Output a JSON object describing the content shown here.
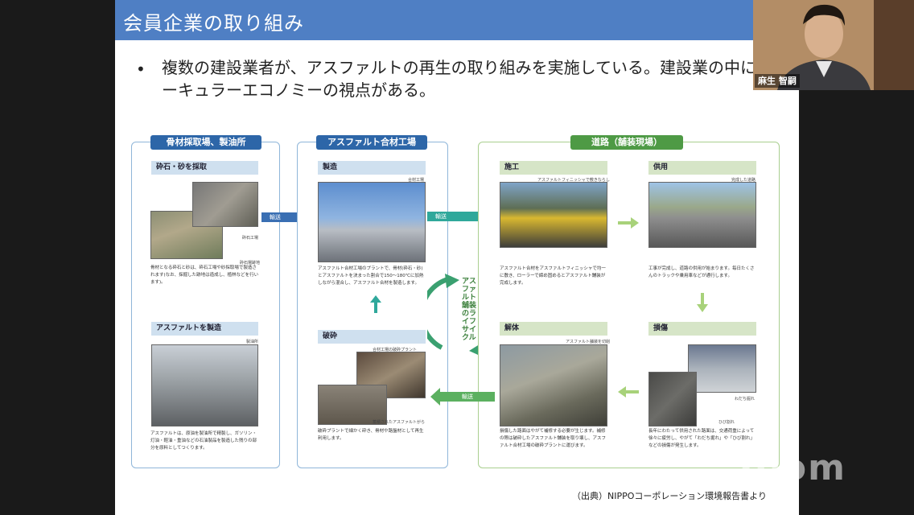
{
  "slide": {
    "title": "会員企業の取り組み",
    "bullet": "•",
    "bullet_text": "複数の建設業者が、アスファルトの再生の取り組みを実施している。建設業の中にもサーキュラーエコノミーの視点がある。",
    "source": "（出典）NIPPOコーポレーション環境報告書より"
  },
  "diagram": {
    "panel1": {
      "title": "骨材採取場、製油所",
      "sec1_head": "砕石・砂を採取",
      "sec1_cap1": "砕石工場",
      "sec1_cap2": "砕石場跡地",
      "sec1_desc": "骨材となる砕石と砂は、砕石工場や砂採取場で製造されます(なお、採掘した跡地は造成し、植林などを行います)。",
      "sec2_head": "アスファルトを製造",
      "sec2_cap": "製油所",
      "sec2_desc": "アスファルトは、原油を製油所で精製し、ガソリン・灯油・軽油・重油などの石油製品を製造した残りの部分を原料としてつくります。"
    },
    "panel2": {
      "title": "アスファルト合材工場",
      "sec1_head": "製造",
      "sec1_cap": "合材工場",
      "sec1_desc": "アスファルト合材工場のプラントで、骨材(砕石・砂)とアスファルトを決まった割合で150〜180℃に加熱しながら混合し、アスファルト合材を製造します。",
      "sec2_head": "破砕",
      "sec2_cap1": "合材工場の破砕プラント",
      "sec2_cap2": "蓄積されたアスファルトがら",
      "sec2_desc": "破砕プラントで細かく砕き、骨材や路盤材として再生利用します。"
    },
    "panel3": {
      "title": "道路（舗装現場）",
      "sec1_head": "施工",
      "sec1_cap": "アスファルトフィニッシャで敷きならし",
      "sec1_desc": "アスファルト合材をアスファルトフィニッシャで均一に敷き、ローラーで締め固めるとアスファルト舗装が完成します。",
      "sec2_head": "供用",
      "sec2_cap": "完成した道路",
      "sec2_desc": "工事が完成し、道路の供用が始まります。毎日たくさんのトラックや乗用車などが通行します。",
      "sec3_head": "解体",
      "sec3_cap": "アスファルト舗装を切削",
      "sec3_desc": "損傷した路面はやがて補修する必要が生じます。補修の際は破砕したアスファルト舗装を取り壊し、アスファルト合材工場の破砕プラントに運びます。",
      "sec4_head": "損傷",
      "sec4_cap1": "わだち掘れ",
      "sec4_cap2": "ひび割れ",
      "sec4_desc": "長年にわたって供用された路面は、交通荷重によって徐々に疲労し、やがて「わだち掘れ」や「ひび割れ」などの損傷が発生します。"
    },
    "arrow1": "輸送",
    "arrow2": "輸送",
    "arrow3": "輸送",
    "cycle_label": "アスファルト舗装のライフサイクル"
  },
  "video": {
    "name": "麻生 智嗣"
  },
  "watermark": "zoom"
}
